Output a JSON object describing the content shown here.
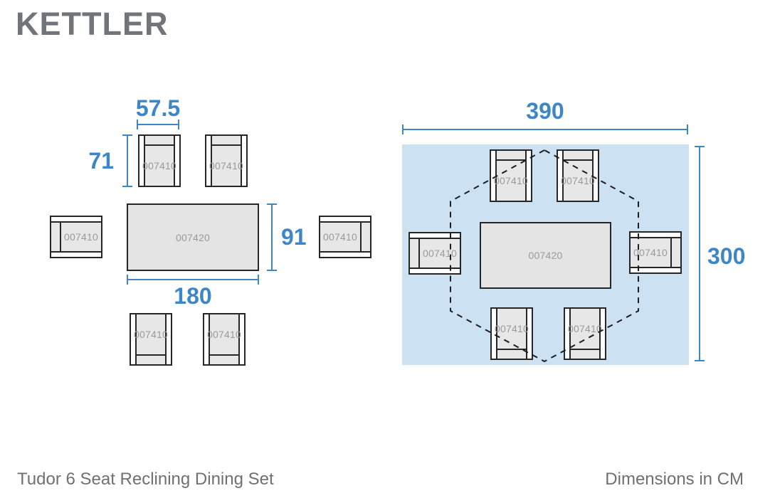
{
  "brand": {
    "logo": "KETTLER"
  },
  "product_codes": {
    "chair": "007410",
    "table": "007420"
  },
  "left_diagram": {
    "chair_width": "57.5",
    "chair_depth": "71",
    "table_depth": "91",
    "table_width": "180"
  },
  "right_diagram": {
    "clearance_width": "390",
    "clearance_depth": "300"
  },
  "footer": {
    "title": "Tudor 6 Seat Reclining Dining Set",
    "units_note": "Dimensions in CM"
  },
  "colors": {
    "dimension_blue": "#3d87c9",
    "clearance_fill": "#cce2f3",
    "logo_gray": "#71757a",
    "text_gray": "#707070",
    "code_gray": "#9a9a9a",
    "outline_dark": "#262626"
  }
}
